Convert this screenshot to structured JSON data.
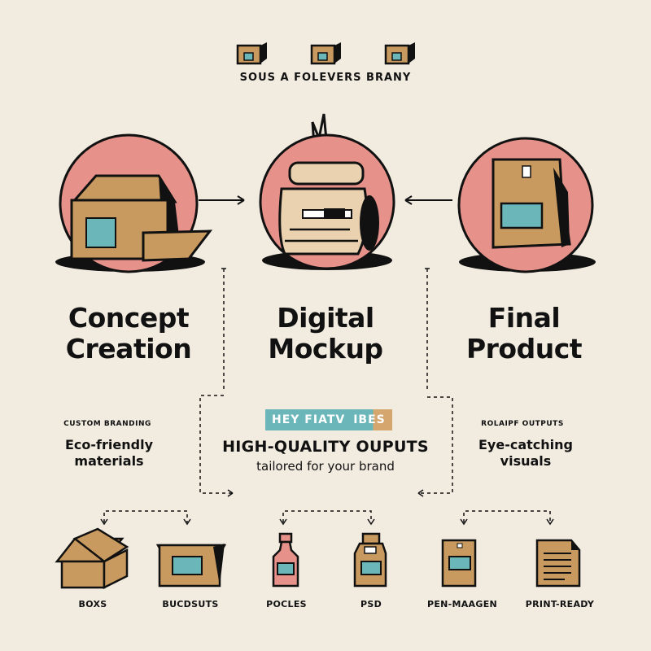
{
  "header": {
    "tagline": "SOUS A FOLEVERS BRANY",
    "icons": [
      "box-icon",
      "box-icon",
      "box-icon"
    ]
  },
  "stages": [
    {
      "title_line1": "Concept",
      "title_line2": "Creation",
      "icon": "house-box-icon"
    },
    {
      "title_line1": "Digital",
      "title_line2": "Mockup",
      "icon": "mockup-roll-icon"
    },
    {
      "title_line1": "Final",
      "title_line2": "Product",
      "icon": "product-bag-icon"
    }
  ],
  "left_panel": {
    "caption": "CUSTOM BRANDING",
    "text_line1": "Eco-friendly",
    "text_line2": "materials"
  },
  "center_panel": {
    "badge_part1": "HEY FIATV",
    "badge_part2": "IBES",
    "headline": "HIGH-QUALITY OUPUTS",
    "subline": "tailored for your brand"
  },
  "right_panel": {
    "caption": "ROLAIPF OUTPUTS",
    "text_line1": "Eye-catching",
    "text_line2": "visuals"
  },
  "bottom_items": [
    {
      "label": "BOXS",
      "icon": "open-box-icon"
    },
    {
      "label": "BUCDSUTS",
      "icon": "flat-box-icon"
    },
    {
      "label": "POCLES",
      "icon": "bottle-icon"
    },
    {
      "label": "PSD",
      "icon": "jar-icon"
    },
    {
      "label": "PEN-MAAGEN",
      "icon": "bag-icon"
    },
    {
      "label": "PRINT-READY",
      "icon": "document-icon"
    }
  ],
  "colors": {
    "background": "#f1ebe0",
    "circle_pink": "#e6928a",
    "kraft": "#c99a5f",
    "teal": "#6bb6b9",
    "ink": "#111111"
  }
}
